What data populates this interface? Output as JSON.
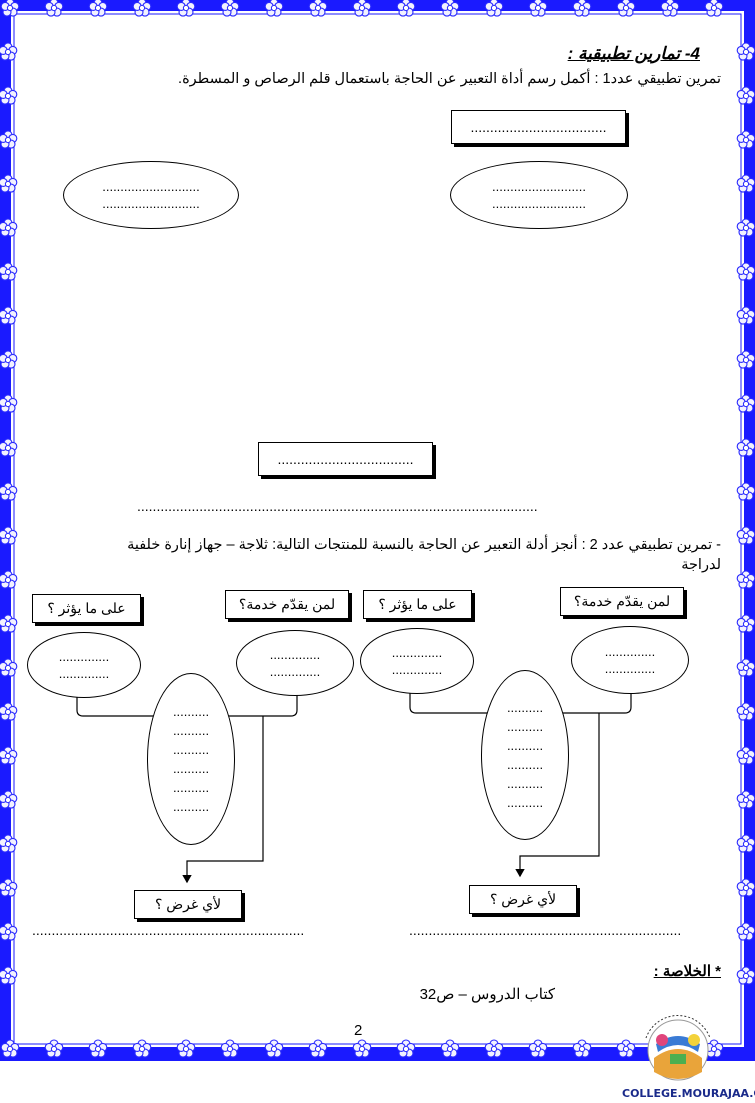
{
  "header": {
    "section_title": "4- تمارين تطبيقية :",
    "exercise1_text": "تمرين تطبيقي عدد1 : أكمل رسم أداة التعبير عن الحاجة باستعمال قلم الرصاص و المسطرة."
  },
  "exercise1": {
    "top_box": "...................................",
    "left_ellipse": [
      "...........................",
      "..........................."
    ],
    "right_ellipse": [
      "..........................",
      ".........................."
    ],
    "bottom_box": "...................................",
    "answer_line": "......................................................................................................."
  },
  "exercise2": {
    "text_line1": "- تمرين تطبيقي عدد 2 : أنجز أدلة التعبير عن الحاجة بالنسبة للمنتجات التالية: ثلاجة – جهاز إنارة خلفية",
    "text_line2": "لدراجة",
    "right_diagram": {
      "who_box": "لمن يقدّم خدمة؟",
      "on_what_box": "على ما يؤثر ؟",
      "who_ellipse": [
        "..............",
        ".............."
      ],
      "on_what_ellipse": [
        "..............",
        ".............."
      ],
      "center_ellipse": [
        "..........",
        "..........",
        "..........",
        "..........",
        "..........",
        ".........."
      ],
      "purpose_box": "لأي غرض ؟",
      "answer_line": "......................................................................"
    },
    "left_diagram": {
      "who_box": "لمن يقدّم خدمة؟",
      "on_what_box": "على ما يؤثر ؟",
      "who_ellipse": [
        "..............",
        ".............."
      ],
      "on_what_ellipse": [
        "..............",
        ".............."
      ],
      "center_ellipse": [
        "..........",
        "..........",
        "..........",
        "..........",
        "..........",
        ".........."
      ],
      "purpose_box": "لأي غرض ؟",
      "answer_line": "......................................................................"
    }
  },
  "summary": {
    "title": "* الخلاصة :",
    "reference": "كتاب الدروس – ص32"
  },
  "footer": {
    "page_number": "2",
    "logo_caption": "COLLEGE.MOURAJAA.COM"
  },
  "colors": {
    "border_blue": "#1a1aff",
    "flower": "#f4f4ff"
  }
}
